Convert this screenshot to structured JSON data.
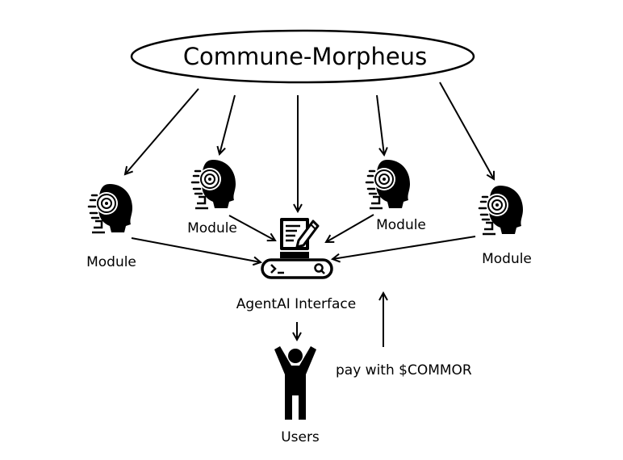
{
  "diagram": {
    "title": "Commune-Morpheus",
    "modules": [
      {
        "label": "Module"
      },
      {
        "label": "Module"
      },
      {
        "label": "Module"
      },
      {
        "label": "Module"
      }
    ],
    "interface": {
      "label": "AgentAI Interface"
    },
    "users": {
      "label": "Users"
    },
    "payment": {
      "label": "pay with $COMMOR"
    },
    "icons": {
      "module": "robot-head-icon",
      "interface": "document-pen-terminal-icon",
      "user": "person-icon"
    },
    "colors": {
      "stroke": "#000000",
      "background": "#ffffff"
    }
  }
}
